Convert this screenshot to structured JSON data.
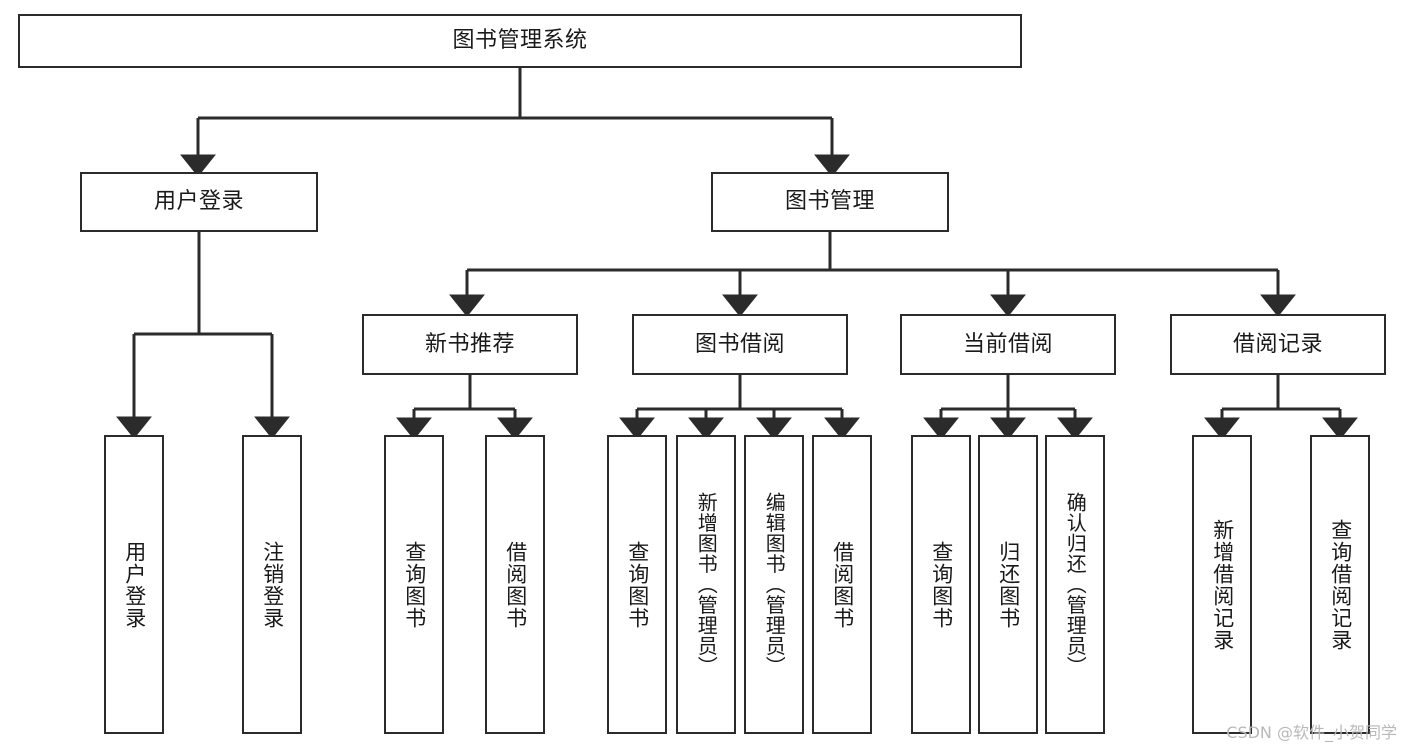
{
  "diagram": {
    "title": "图书管理系统",
    "type": "tree",
    "watermark": "CSDN @软件_小贺同学",
    "colors": {
      "box_border": "#2b2b2b",
      "box_fill": "#ffffff",
      "edge": "#2b2b2b",
      "text": "#1a1a1a",
      "watermark": "#b9b9b9",
      "background": "#ffffff"
    },
    "root": {
      "label": "图书管理系统"
    },
    "level1": [
      {
        "label": "用户登录"
      },
      {
        "label": "图书管理"
      }
    ],
    "level2": [
      {
        "label": "新书推荐"
      },
      {
        "label": "图书借阅"
      },
      {
        "label": "当前借阅"
      },
      {
        "label": "借阅记录"
      }
    ],
    "leaves": {
      "user_login": [
        {
          "label": "用户登录"
        },
        {
          "label": "注销登录"
        }
      ],
      "new_book_recommend": [
        {
          "label": "查询图书"
        },
        {
          "label": "借阅图书"
        }
      ],
      "book_borrow": [
        {
          "label": "查询图书"
        },
        {
          "label": "新增图书（管理员）"
        },
        {
          "label": "编辑图书（管理员）"
        },
        {
          "label": "借阅图书"
        }
      ],
      "current_borrow": [
        {
          "label": "查询图书"
        },
        {
          "label": "归还图书"
        },
        {
          "label": "确认归还（管理员）"
        }
      ],
      "borrow_record": [
        {
          "label": "新增借阅记录"
        },
        {
          "label": "查询借阅记录"
        }
      ]
    }
  }
}
